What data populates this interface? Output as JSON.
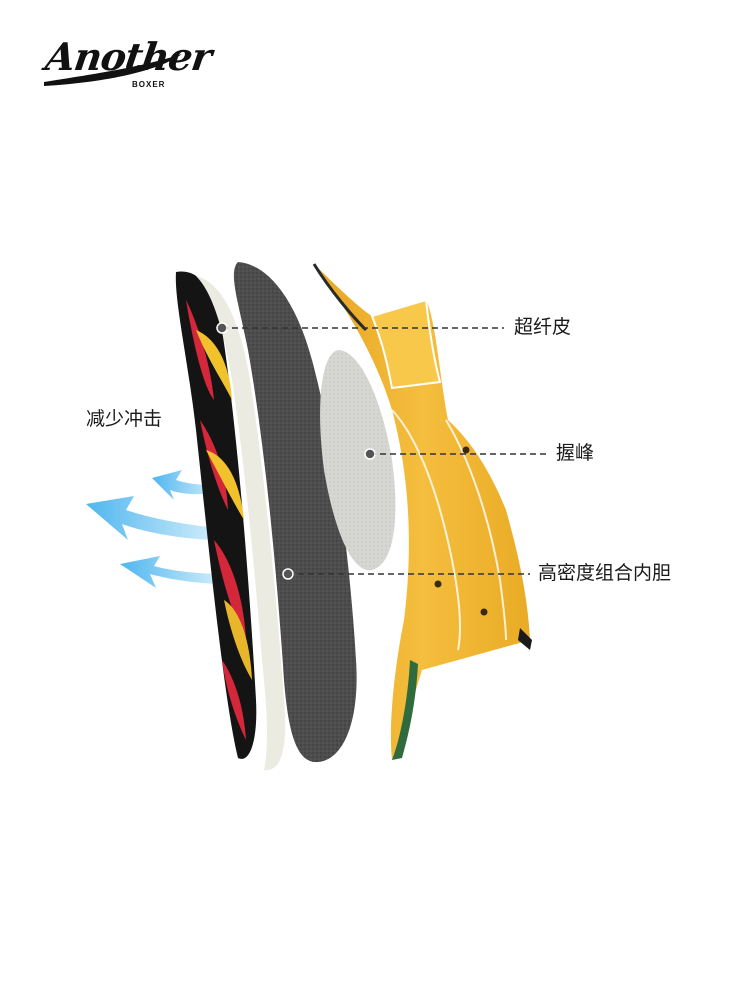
{
  "brand": {
    "name": "Another",
    "sub": "BOXER"
  },
  "labels": {
    "impact": "减少冲击",
    "microfiber": "超纤皮",
    "grip": "握峰",
    "liner": "高密度组合内胆"
  },
  "colors": {
    "leather_yellow": "#f2b531",
    "foam_dark": "#4a4a4a",
    "foam_light": "#d9d9d4",
    "shell_edge": "#ecebe2",
    "arrow_blue": "#6cc4f0",
    "dash": "#333333"
  }
}
